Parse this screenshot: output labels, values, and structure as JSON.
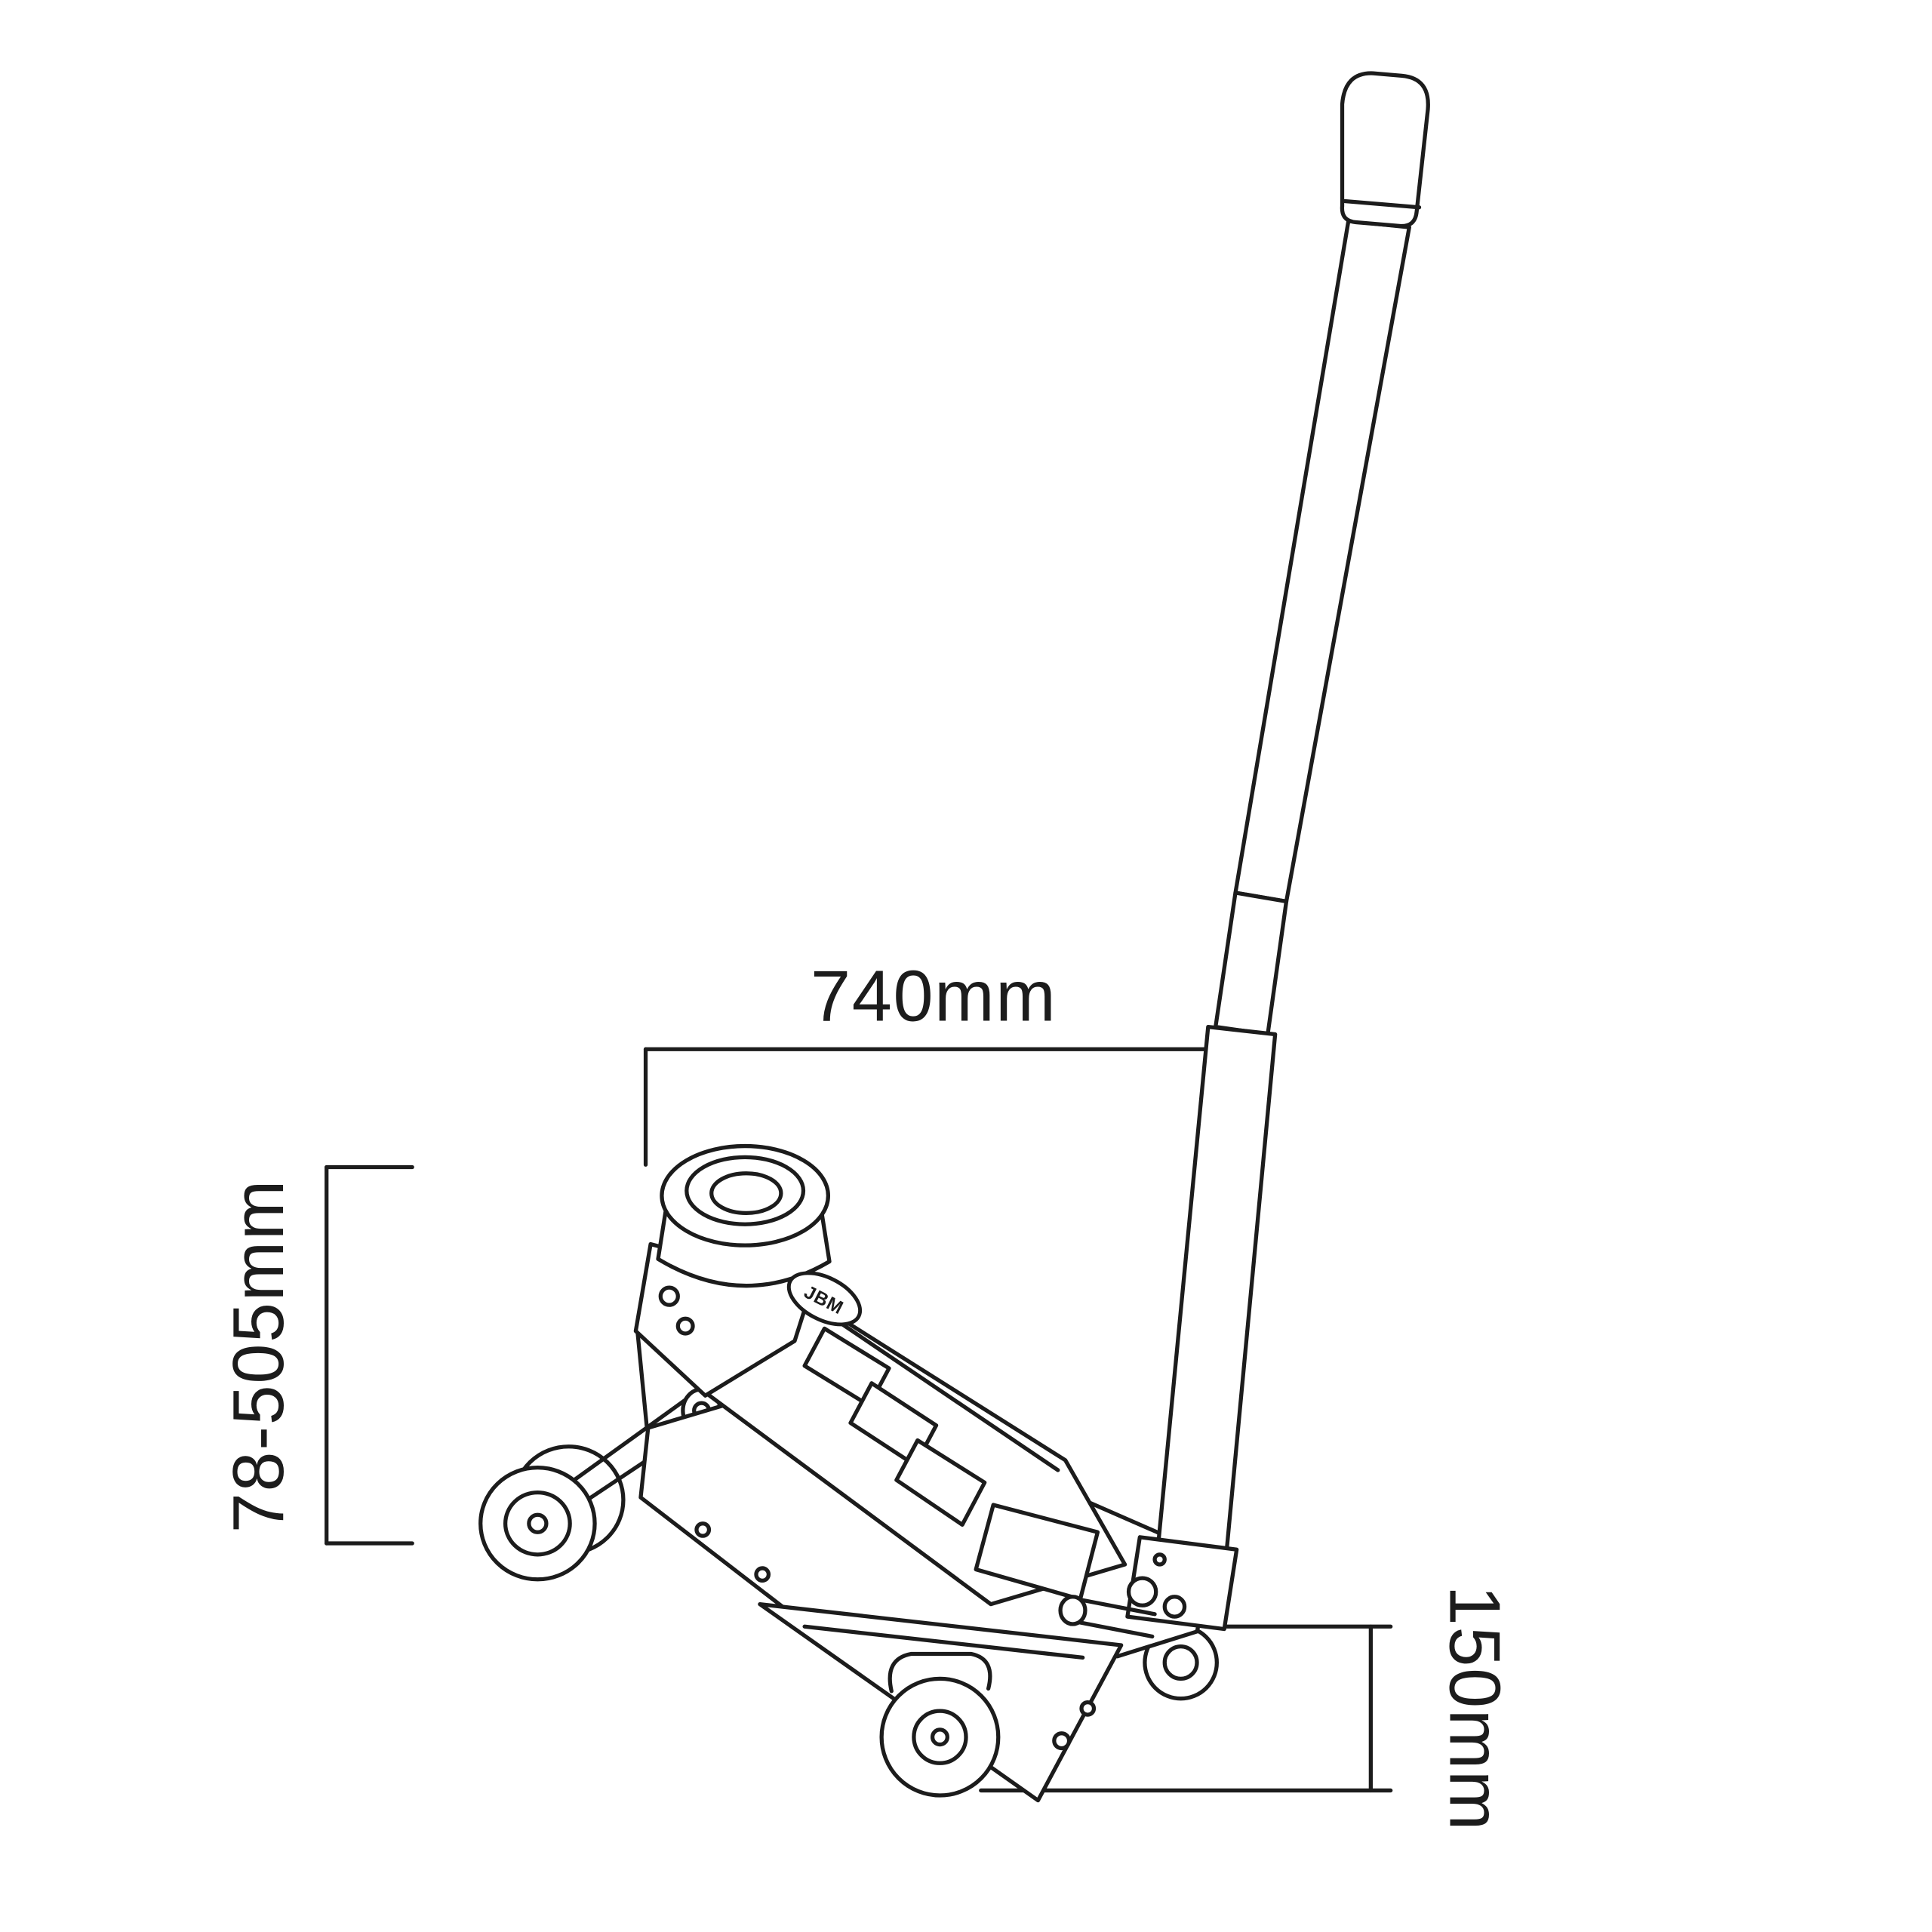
{
  "page": {
    "background": "#ffffff"
  },
  "diagram": {
    "type": "technical-line-drawing",
    "subject": "hydraulic trolley floor jack with pump handle",
    "line_color": "#1c1c1c",
    "labels": {
      "width": "740mm",
      "lift_height_range": "78-505mm",
      "min_height": "150mm"
    },
    "logo": "JBM"
  }
}
